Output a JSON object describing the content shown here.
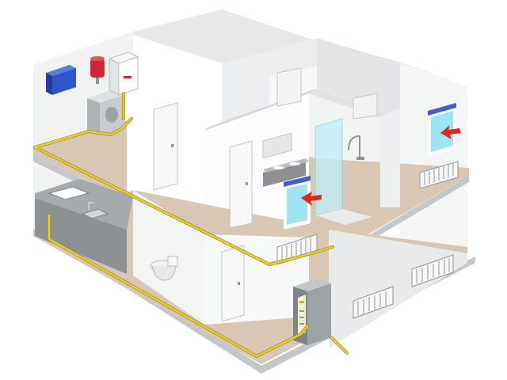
{
  "diagram": {
    "colors": {
      "background": "#ffffff",
      "wall": "#f4f5f5",
      "wall_shade": "#dde0e1",
      "wall_top": "#e6e8e9",
      "floor": "#d9c7b6",
      "floor_edge": "#b7a493",
      "slab": "#c4c7c8",
      "pipe": "#e3cf3a",
      "pipe_edge": "#9e8c1c",
      "glass": "#9fe4f3",
      "glass_frame": "#ffffff",
      "window_header": "#3d5fd0",
      "arrow": "#e3261f",
      "radiator": "#f7f7f7",
      "radiator_edge": "#8e9496",
      "counter": "#8d9194",
      "counter_top": "#a6aaad",
      "boiler_cabinet": "#9da2a5",
      "boiler_panel": "#eef0d0",
      "blue_unit": "#2e55c9",
      "red_tank": "#d02636",
      "machine": "#c8cccd",
      "door": "#f7f7f7",
      "door_edge": "#c3c7c8"
    },
    "components": [
      {
        "kind": "blue-unit",
        "icon": "control-box-icon"
      },
      {
        "kind": "red-tank",
        "icon": "expansion-vessel-icon"
      },
      {
        "kind": "water-heater",
        "icon": "wall-heater-icon"
      },
      {
        "kind": "washing-machine",
        "icon": "washer-icon"
      },
      {
        "kind": "kitchen-counter",
        "icon": "sink-icon"
      },
      {
        "kind": "toilet",
        "icon": "toilet-icon"
      },
      {
        "kind": "boiler-cabinet",
        "icon": "boiler-icon"
      },
      {
        "kind": "shower",
        "icon": "shower-icon"
      },
      {
        "kind": "washbasin",
        "icon": "washbasin-icon"
      }
    ]
  }
}
